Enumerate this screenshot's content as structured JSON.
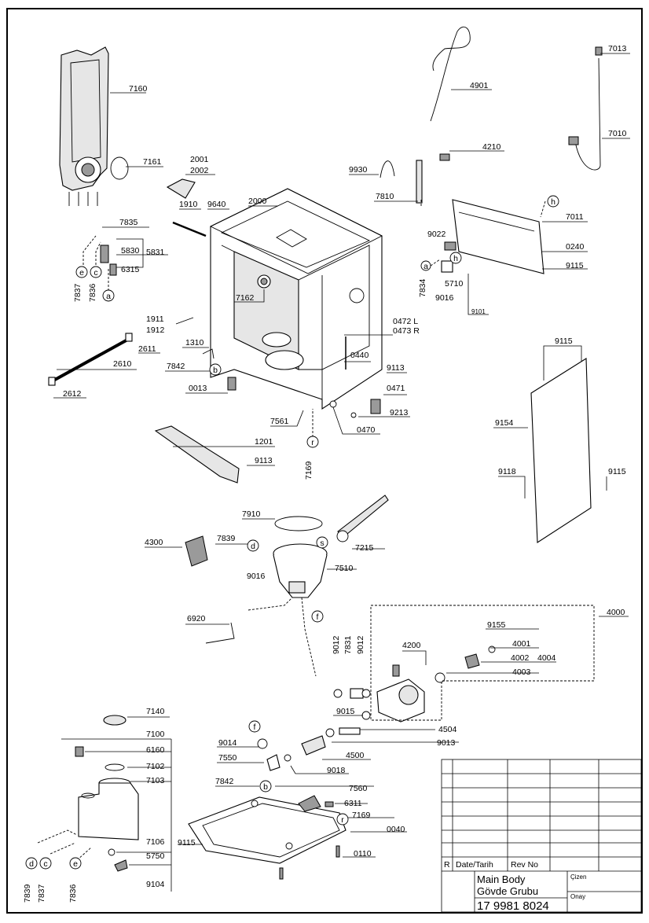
{
  "title_block": {
    "r_label": "R",
    "date_header": "Date/Tarih",
    "rev_header": "Rev No",
    "name_en": "Main Body",
    "name_tr": "Gövde Grubu",
    "part_number": "17 9981 8024",
    "drawn_label": "Çizen",
    "approved_label": "Onay"
  },
  "callouts": [
    "a",
    "b",
    "c",
    "d",
    "e",
    "f",
    "h",
    "r",
    "s"
  ],
  "labels": {
    "p7160": "7160",
    "p7161": "7161",
    "p2001": "2001",
    "p2002": "2002",
    "p2000": "2000",
    "p1910": "1910",
    "p9640": "9640",
    "p7835": "7835",
    "p5831": "5831",
    "p5830": "5830",
    "p6315": "6315",
    "p7837": "7837",
    "p7836": "7836",
    "p7162": "7162",
    "p1911": "1911",
    "p1912": "1912",
    "p1310": "1310",
    "p2611": "2611",
    "p2610": "2610",
    "p2612": "2612",
    "p7842": "7842",
    "p0013": "0013",
    "p4901": "4901",
    "p4210": "4210",
    "p9930": "9930",
    "p7810": "7810",
    "p7013": "7013",
    "p7010": "7010",
    "p7011": "7011",
    "p9022": "9022",
    "p0240": "0240",
    "p9115": "9115",
    "p5710": "5710",
    "p7834": "7834",
    "p9016": "9016",
    "p9101": "9101",
    "p0472": "0472 L",
    "p0473": "0473 R",
    "p0440": "0440",
    "p9113": "9113",
    "p0471": "0471",
    "p9213": "9213",
    "p0470": "0470",
    "p7561": "7561",
    "p7169": "7169",
    "p1201": "1201",
    "p9154": "9154",
    "p9118": "9118",
    "p7910": "7910",
    "p4300": "4300",
    "p7839": "7839",
    "p7215": "7215",
    "p7510": "7510",
    "p6920": "6920",
    "p4000": "4000",
    "p9155": "9155",
    "p4001": "4001",
    "p4002": "4002",
    "p4004": "4004",
    "p4003": "4003",
    "p9012": "9012",
    "p7831": "7831",
    "p4200": "4200",
    "p9015": "9015",
    "p4504": "4504",
    "p9013": "9013",
    "p9014": "9014",
    "p7550": "7550",
    "p4500": "4500",
    "p9018": "9018",
    "p7140": "7140",
    "p7100": "7100",
    "p6160": "6160",
    "p7102": "7102",
    "p7103": "7103",
    "p7560": "7560",
    "p6311": "6311",
    "p0040": "0040",
    "p7106": "7106",
    "p5750": "5750",
    "p0110": "0110",
    "p9104": "9104"
  }
}
